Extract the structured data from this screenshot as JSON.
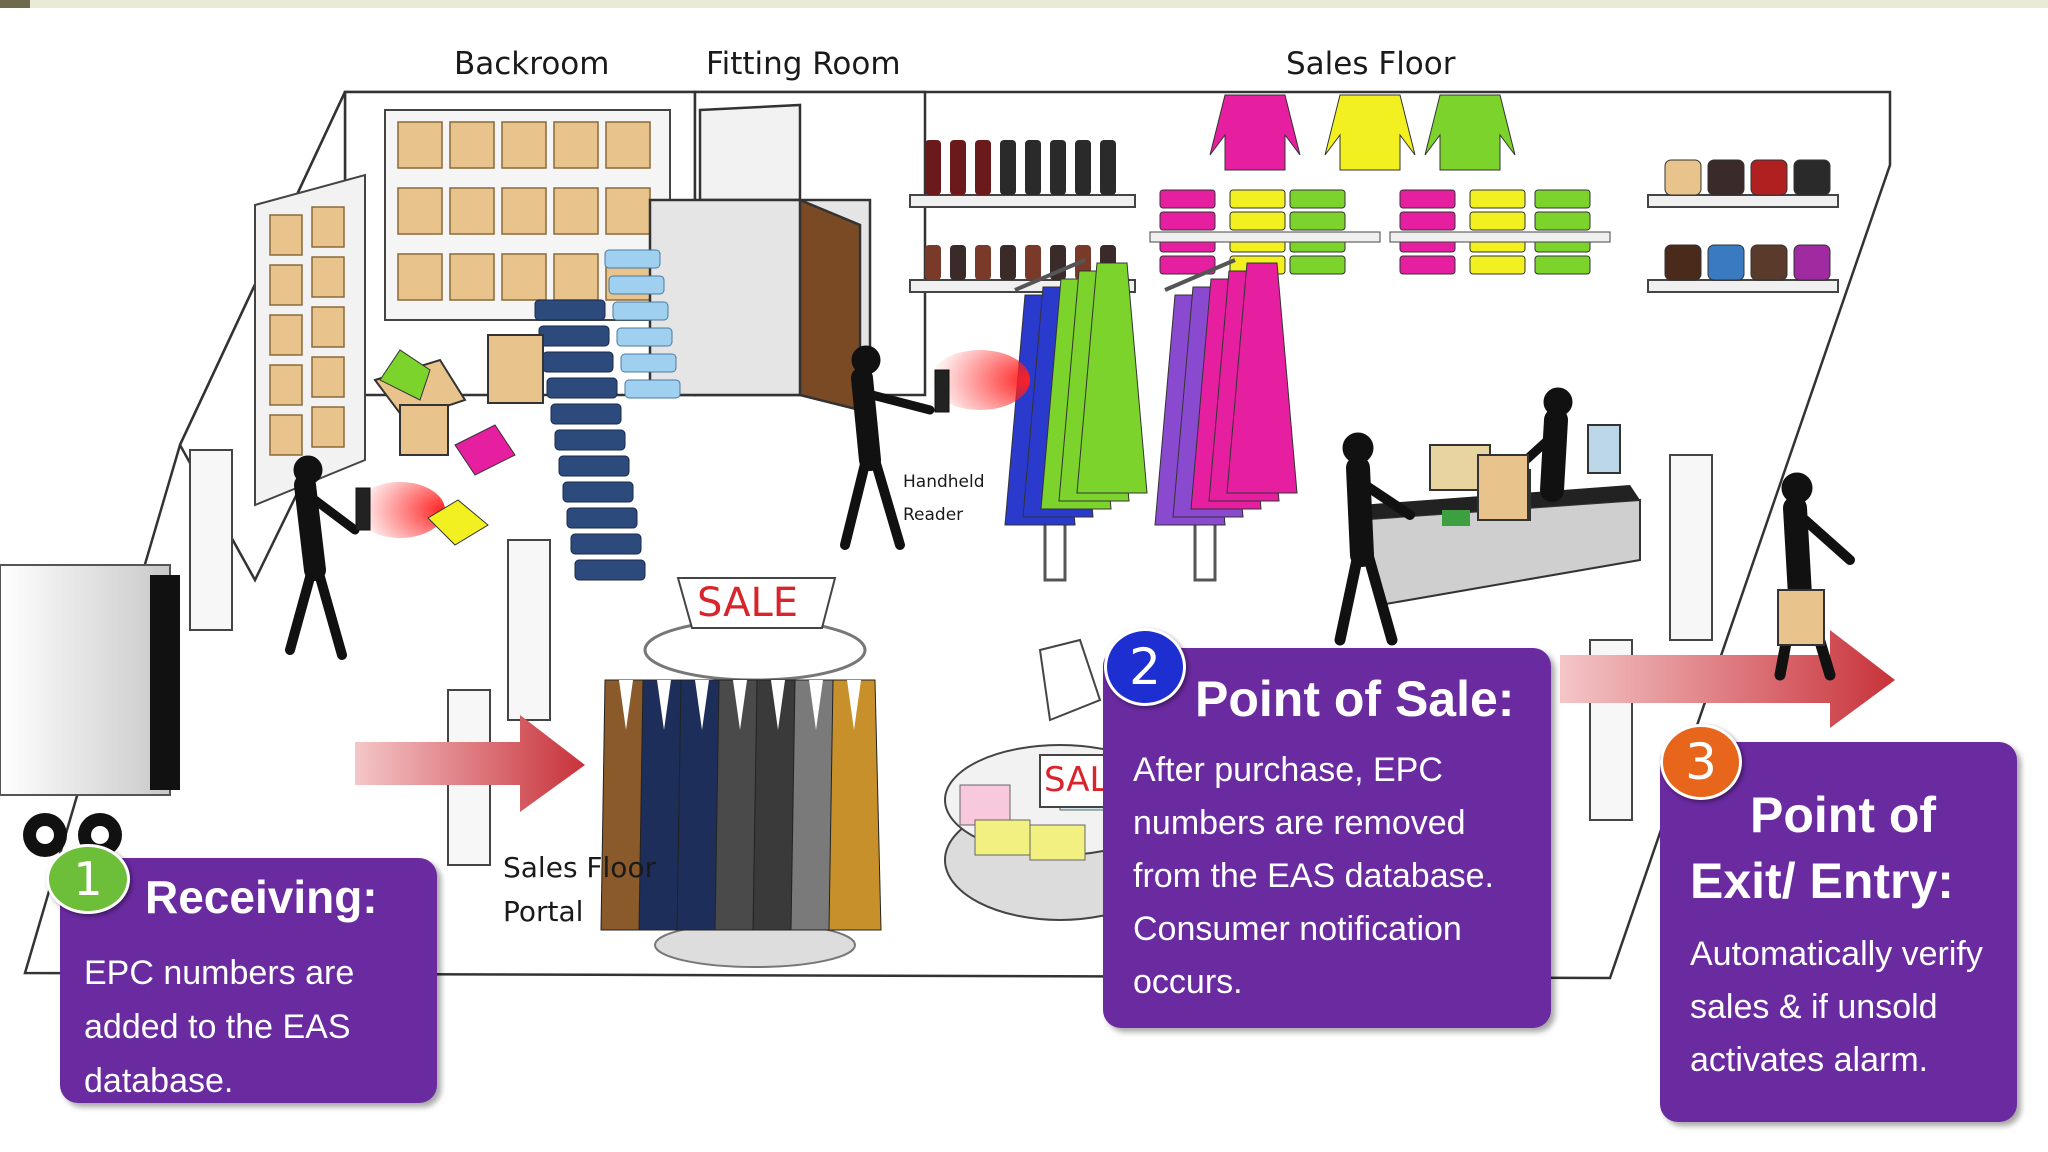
{
  "areas": {
    "backroom": "Backroom",
    "fitting_room": "Fitting Room",
    "sales_floor": "Sales Floor"
  },
  "labels": {
    "handheld_reader": [
      "Handheld",
      "Reader"
    ],
    "sales_floor_portal": [
      "Sales Floor",
      "Portal"
    ],
    "sale_sign": "SALE",
    "sale_tag_small": "SALE"
  },
  "steps": [
    {
      "number": "1",
      "title": "Receiving:",
      "body": [
        "EPC numbers are",
        "added to the EAS",
        "database."
      ],
      "badge_color": "#6dbf3a"
    },
    {
      "number": "2",
      "title": "Point of Sale:",
      "body": [
        "After purchase, EPC",
        "numbers are removed",
        "from the EAS database.",
        "Consumer notification",
        "occurs."
      ],
      "badge_color": "#1d2fd0"
    },
    {
      "number": "3",
      "title": [
        "Point of",
        "Exit/ Entry:"
      ],
      "body": [
        "Automatically verify",
        "sales & if unsold",
        "activates alarm."
      ],
      "badge_color": "#e8661c"
    }
  ],
  "colors": {
    "box": "#6a2aa0",
    "arrow": "#c8323a",
    "sale_red": "#d8242a",
    "shirt_magenta": "#e61ea0",
    "shirt_yellow": "#f2f020",
    "shirt_green": "#7cd32c",
    "box_brown": "#e8c48c",
    "denim": "#2c4a7c",
    "light_blue": "#9fd0ef"
  }
}
